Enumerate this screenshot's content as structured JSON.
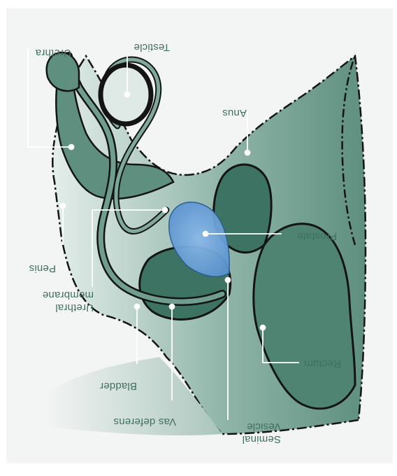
{
  "labels": {
    "urethra": "Urethra",
    "testicle": "Testicle",
    "anus": "Anus",
    "penis": "Penis",
    "urethral_membrane": "Urethral\nmembrane",
    "prostate": "Prostate",
    "rectum": "Rectum",
    "bladder": "Bladder",
    "vas_deferens": "Vas deferens",
    "seminal_vesicle": "Seminal\nVesicle"
  },
  "colors": {
    "tissue_dark": "#3d7362",
    "tissue_mid": "#5e8f7f",
    "tissue_light": "#c9ddd6",
    "prostate_blue": "#6fa6de",
    "outline": "#141414",
    "label_text": "#3f6f62",
    "panel_bg": "#f3f4f4"
  },
  "orientation": "rotated 180 degrees"
}
